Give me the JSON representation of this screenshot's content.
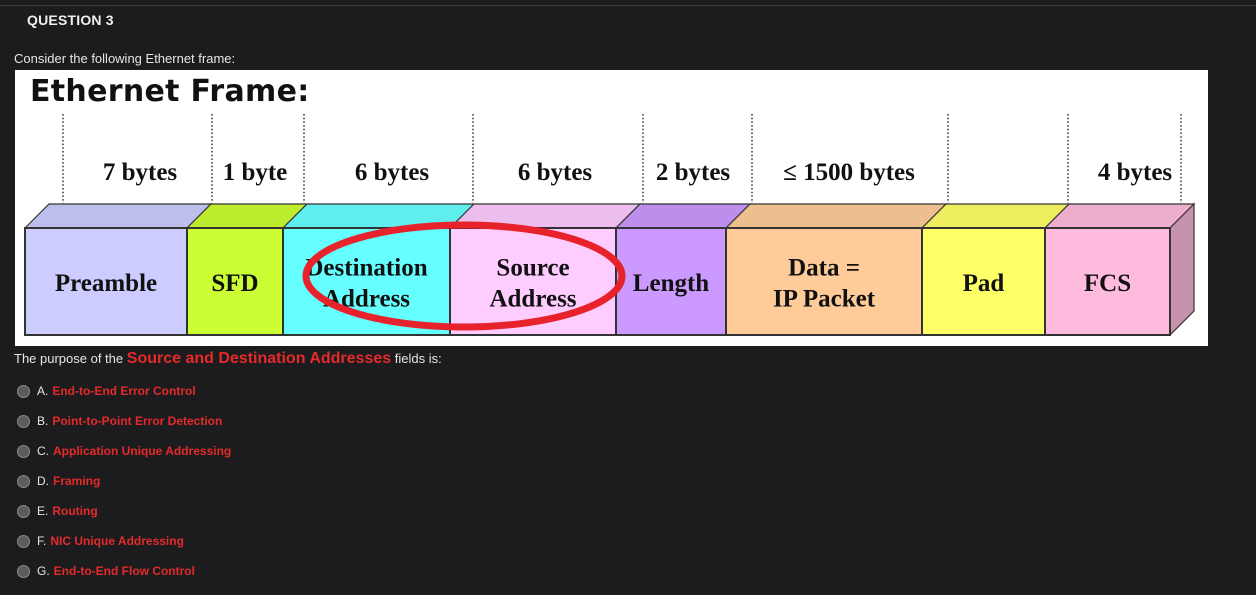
{
  "question": {
    "title": "QUESTION 3",
    "intro": "Consider the following Ethernet frame:",
    "prompt_before": "The purpose of the",
    "prompt_highlight": "Source and Destination Addresses",
    "prompt_after": "fields is:"
  },
  "figure": {
    "title": "Ethernet Frame:",
    "fields": [
      {
        "label": "Preamble",
        "size": "7 bytes",
        "color": "#ccccff"
      },
      {
        "label": "SFD",
        "size": "1 byte",
        "color": "#ccff33"
      },
      {
        "label": "Destination\nAddress",
        "size": "6 bytes",
        "color": "#66ffff"
      },
      {
        "label": "Source\nAddress",
        "size": "6 bytes",
        "color": "#ffccff"
      },
      {
        "label": "Length",
        "size": "2 bytes",
        "color": "#cc99ff"
      },
      {
        "label": "Data =\nIP Packet",
        "size": "≤ 1500 bytes",
        "color": "#ffcc99"
      },
      {
        "label": "Pad",
        "size": "",
        "color": "#ffff66"
      },
      {
        "label": "FCS",
        "size": "4 bytes",
        "color": "#ffbbdd"
      }
    ],
    "highlight_color": "#e8222a"
  },
  "options": [
    {
      "letter": "A.",
      "text": "End-to-End Error Control"
    },
    {
      "letter": "B.",
      "text": "Point-to-Point Error Detection"
    },
    {
      "letter": "C.",
      "text": "Application Unique Addressing"
    },
    {
      "letter": "D.",
      "text": "Framing"
    },
    {
      "letter": "E.",
      "text": "Routing"
    },
    {
      "letter": "F.",
      "text": "NIC Unique Addressing"
    },
    {
      "letter": "G.",
      "text": "End-to-End Flow Control"
    }
  ]
}
